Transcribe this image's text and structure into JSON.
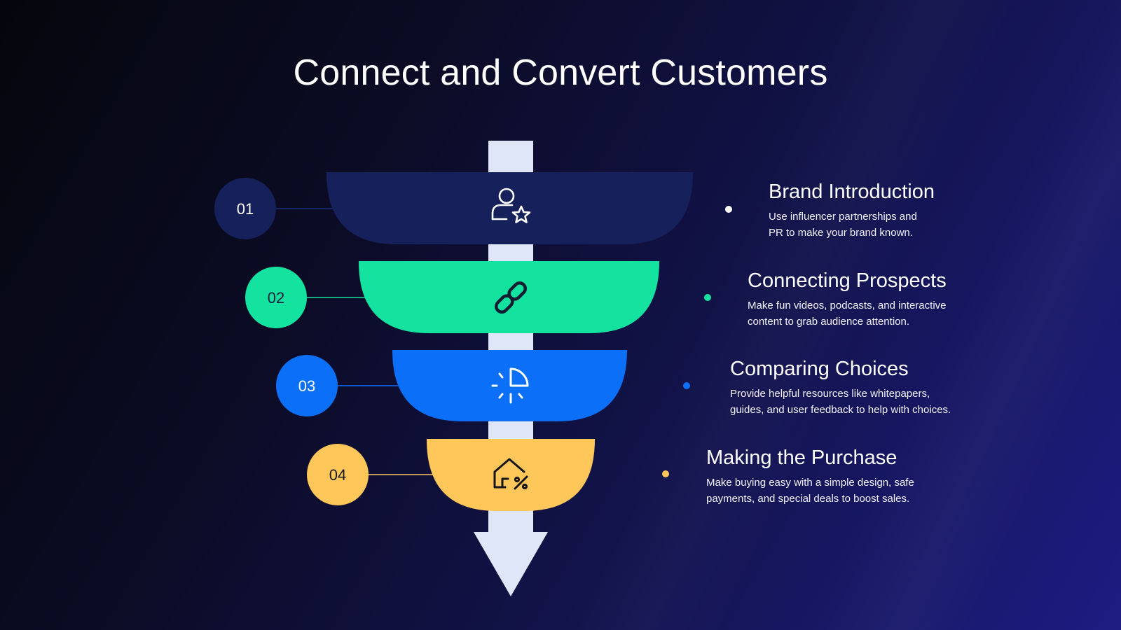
{
  "title": "Connect and Convert Customers",
  "colors": {
    "stage1": "#16215b",
    "stage2": "#14e3a0",
    "stage3": "#0b70f7",
    "stage4": "#ffc659",
    "shaft": "#dfe6f7"
  },
  "steps": [
    {
      "number": "01",
      "icon": "user-star-icon",
      "heading": "Brand Introduction",
      "description_line1": "Use influencer partnerships and",
      "description_line2": "PR to make your brand known."
    },
    {
      "number": "02",
      "icon": "link-icon",
      "heading": "Connecting Prospects",
      "description_line1": "Make fun videos, podcasts, and interactive",
      "description_line2": "content to grab audience attention."
    },
    {
      "number": "03",
      "icon": "pie-chart-loading-icon",
      "heading": "Comparing Choices",
      "description_line1": "Provide helpful resources like whitepapers,",
      "description_line2": "guides, and user feedback to help with choices."
    },
    {
      "number": "04",
      "icon": "house-percent-icon",
      "heading": "Making the Purchase",
      "description_line1": "Make buying easy with a simple design, safe",
      "description_line2": "payments, and special deals to boost sales."
    }
  ]
}
